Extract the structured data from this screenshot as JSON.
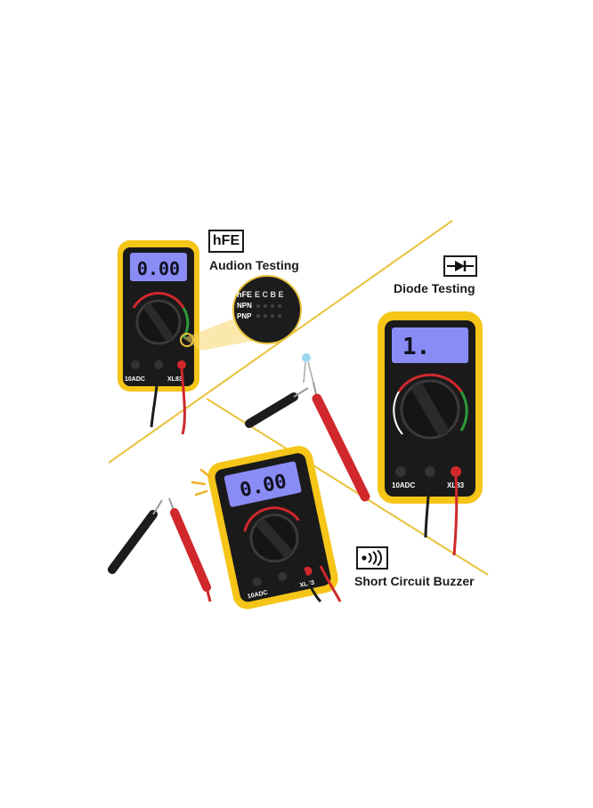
{
  "features": {
    "hfe": {
      "icon_text": "hFE",
      "label": "Audion Testing"
    },
    "diode": {
      "label": "Diode Testing"
    },
    "buzzer": {
      "label": "Short Circuit Buzzer"
    }
  },
  "meters": {
    "top_left": {
      "display": "0.00",
      "port_label": "10ADC",
      "model_label": "XL83"
    },
    "right": {
      "display": "1.",
      "port_label": "10ADC",
      "model_label": "XL83"
    },
    "bottom": {
      "display": "0.00",
      "port_label": "10ADC",
      "model_label": "XL83"
    }
  },
  "zoom_inset": {
    "socket_header": "E C B E",
    "row1": "NPN",
    "row2": "PNP",
    "hfe_label": "hFE"
  },
  "colors": {
    "meter_body": "#f5c518",
    "meter_face": "#1a1a1a",
    "lcd": "#8a8cf5",
    "probe_red": "#d0282c",
    "probe_black": "#1c1c1c",
    "divider_line": "#e8c23a"
  }
}
